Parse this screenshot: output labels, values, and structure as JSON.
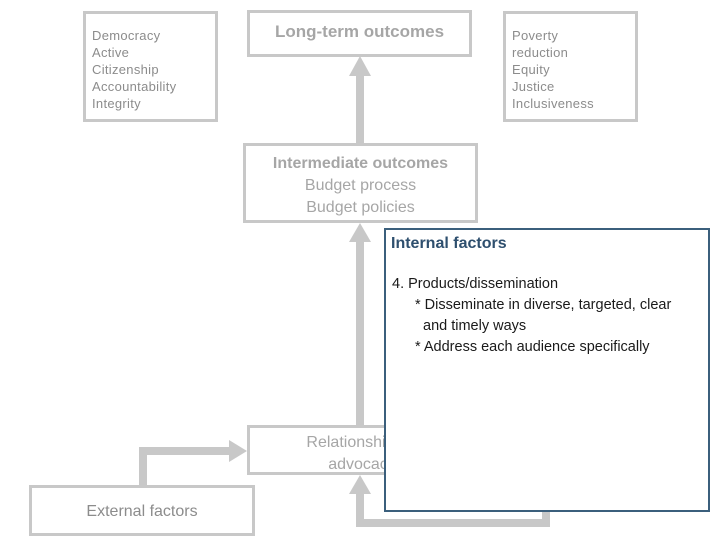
{
  "boxes": {
    "left_values": [
      "Democracy",
      "Active",
      "Citizenship",
      "Accountability",
      "Integrity"
    ],
    "long_term": "Long-term outcomes",
    "right_values": [
      "Poverty",
      "reduction",
      "Equity",
      "Justice",
      "Inclusiveness"
    ],
    "intermediate": {
      "heading": "Intermediate outcomes",
      "items": [
        "Budget process",
        "Budget policies"
      ]
    },
    "relationship": [
      "Relationships &",
      "advocacy"
    ],
    "external": "External factors"
  },
  "overlay": {
    "title": "Internal factors",
    "line1": "4.  Products/dissemination",
    "line2": "* Disseminate in diverse, targeted, clear",
    "line3": "and timely ways",
    "line4": "* Address each audience specifically"
  },
  "colors": {
    "box_border": "#c8c8c8",
    "arrow": "#c8c8c8",
    "overlay_border": "#3b5f7c",
    "overlay_title": "#2e4f6e"
  }
}
